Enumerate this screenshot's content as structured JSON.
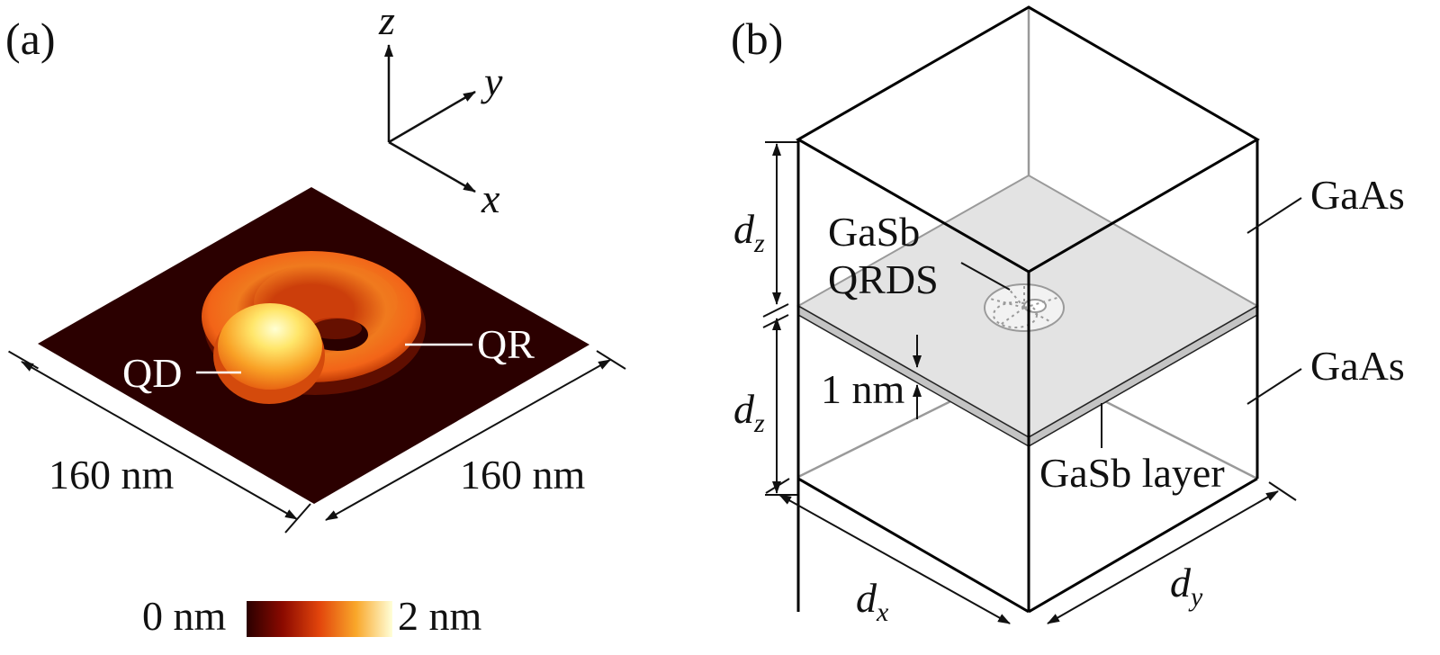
{
  "panel_a": {
    "label": "(a)",
    "axes": {
      "z": "z",
      "y": "y",
      "x": "x"
    },
    "qd_label": "QD",
    "qr_label": "QR",
    "width_label_left": "160 nm",
    "width_label_right": "160 nm",
    "colorbar": {
      "min_label": "0 nm",
      "max_label": "2 nm"
    },
    "colors": {
      "substrate": "#2b0000",
      "ring_outer": "#f2701a",
      "ring_inner": "#b81e00",
      "dot_peak": "#ffffc4",
      "white_line": "#ffffff"
    }
  },
  "panel_b": {
    "label": "(b)",
    "gaas_top": "GaAs",
    "gaas_bottom": "GaAs",
    "gasb_qrds_line1": "GaSb",
    "gasb_qrds_line2": "QRDS",
    "thickness_label": "1 nm",
    "gasb_layer_label": "GaSb layer",
    "dz_top": {
      "base": "d",
      "sub": "z"
    },
    "dz_bottom": {
      "base": "d",
      "sub": "z"
    },
    "dx": {
      "base": "d",
      "sub": "x"
    },
    "dy": {
      "base": "d",
      "sub": "y"
    },
    "colors": {
      "plane_fill": "#e3e3e3",
      "layer_fill": "#c4c4c4",
      "hidden_edge": "#9a9a9a",
      "edge": "#000000"
    }
  }
}
